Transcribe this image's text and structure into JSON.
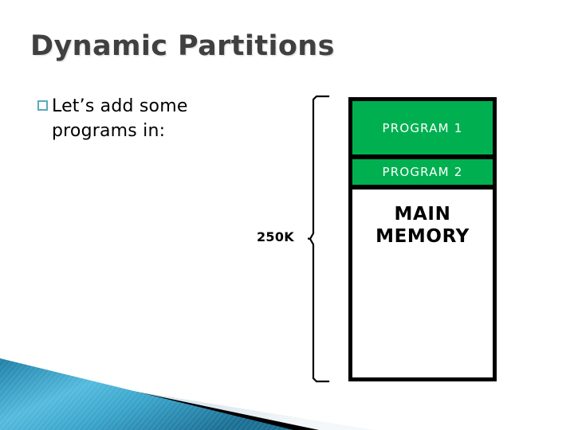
{
  "slide": {
    "title": "Dynamic Partitions",
    "title_color": "#404040",
    "background_color": "#ffffff"
  },
  "body": {
    "bullet_glyph": "hollow-square-bullet",
    "bullet_color": "#5ba8bf",
    "line1": "Let’s add some",
    "line2": "programs in:"
  },
  "diagram": {
    "brace": {
      "name": "curly-brace",
      "color": "#000000"
    },
    "size_label": "250K",
    "memory_box": {
      "border_color": "#000000",
      "blocks": [
        {
          "label": "PROGRAM 1",
          "fill": "#00b050",
          "text_color": "#ffffff"
        },
        {
          "label": "PROGRAM 2",
          "fill": "#00b050",
          "text_color": "#ffffff"
        }
      ],
      "free_label_line1": "MAIN",
      "free_label_line2": "MEMORY",
      "free_fill": "#ffffff",
      "free_text_color": "#000000"
    }
  },
  "decoration": {
    "name": "corner-ribbon",
    "pale_band_color": "#dbe5eb",
    "black_band_color": "#000000",
    "teal_gradient_start": "#1f7fa6",
    "teal_gradient_mid": "#4fb6d8",
    "teal_gradient_end": "#1b6f94"
  }
}
